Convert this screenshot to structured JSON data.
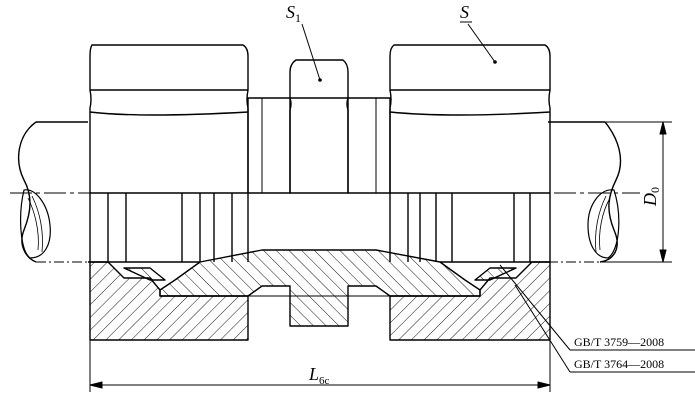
{
  "labels": {
    "s1_main": "S",
    "s1_sub": "1",
    "s": "S",
    "d0_main": "D",
    "d0_sub": "0",
    "l_main": "L",
    "l_sub": "6c",
    "std1": "GB/T 3759—2008",
    "std2": "GB/T 3764—2008"
  }
}
